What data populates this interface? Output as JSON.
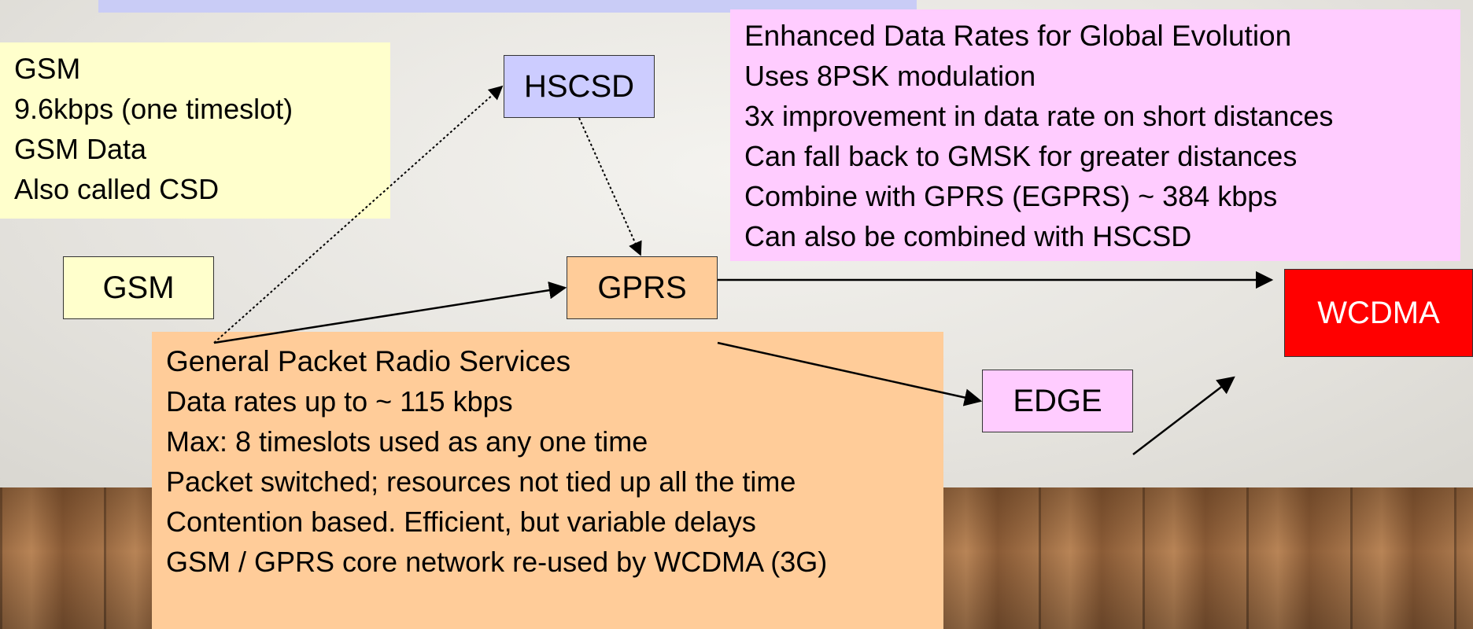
{
  "nodes": {
    "gsm": "GSM",
    "hscsd": "HSCSD",
    "gprs": "GPRS",
    "edge": "EDGE",
    "wcdma": "WCDMA"
  },
  "gsm_info": {
    "title": "GSM",
    "lines": [
      "9.6kbps (one timeslot)",
      "GSM Data",
      "Also called CSD"
    ]
  },
  "edge_info": {
    "title": "Enhanced Data Rates for Global Evolution",
    "lines": [
      "Uses 8PSK modulation",
      "3x improvement in data rate on short distances",
      "Can fall back to GMSK for greater distances",
      "Combine with GPRS (EGPRS) ~ 384 kbps",
      "Can also be combined with HSCSD"
    ]
  },
  "gprs_info": {
    "title": "General Packet Radio Services",
    "lines": [
      "Data rates up to ~ 115 kbps",
      "Max: 8 timeslots used as any one time",
      "Packet switched; resources not tied up all the time",
      "Contention based.  Efficient, but variable delays",
      "GSM / GPRS core network re-used by WCDMA (3G)"
    ]
  },
  "colors": {
    "gsm": "#ffffcc",
    "hscsd": "#ccccff",
    "gprs": "#ffcc99",
    "edge": "#ffccff",
    "wcdma": "#ff0000"
  }
}
